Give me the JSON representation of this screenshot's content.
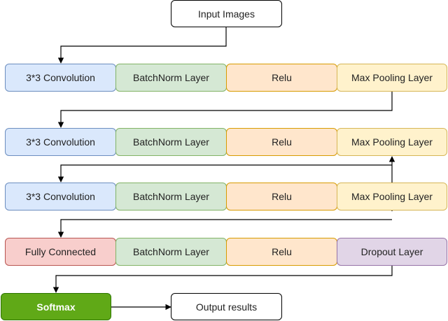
{
  "input_box": "Input Images",
  "rows": [
    {
      "items": [
        "3*3 Convolution",
        "BatchNorm Layer",
        "Relu",
        "Max Pooling Layer"
      ]
    },
    {
      "items": [
        "3*3 Convolution",
        "BatchNorm Layer",
        "Relu",
        "Max Pooling Layer"
      ]
    },
    {
      "items": [
        "3*3 Convolution",
        "BatchNorm Layer",
        "Relu",
        "Max Pooling Layer"
      ]
    },
    {
      "items": [
        "Fully Connected",
        "BatchNorm Layer",
        "Relu",
        "Dropout Layer"
      ]
    }
  ],
  "softmax_box": "Softmax",
  "output_box": "Output results",
  "colors": {
    "convolution_fill": "#dae8fc",
    "batchnorm_fill": "#d5e8d4",
    "relu_fill": "#ffe6cc",
    "pooling_fill": "#fff2cc",
    "fully_connected_fill": "#f8cecc",
    "dropout_fill": "#e1d5e7",
    "softmax_fill": "#60a917"
  }
}
